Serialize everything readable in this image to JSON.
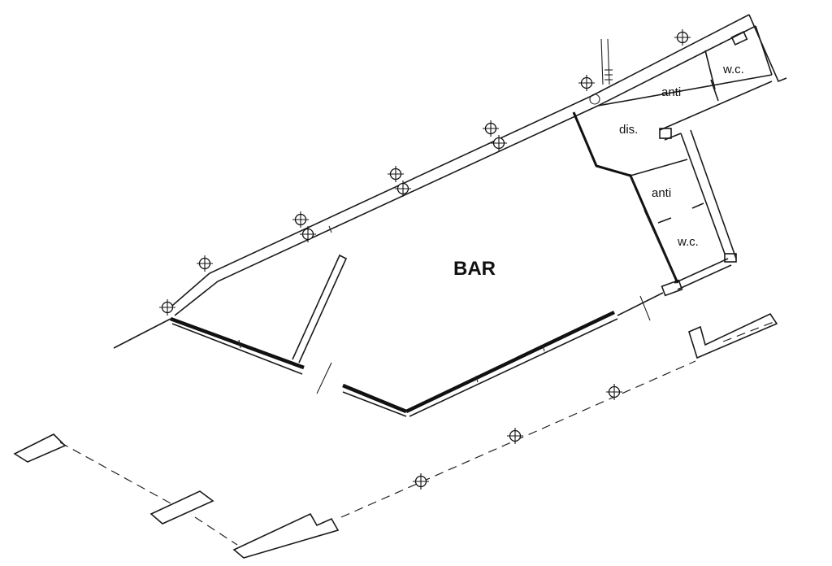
{
  "plan": {
    "rooms": {
      "bar": "BAR",
      "dis": "dis.",
      "anti_upper": "anti",
      "wc_upper": "w.c.",
      "anti_lower": "anti",
      "wc_lower": "w.c."
    },
    "colors": {
      "ink": "#111111",
      "paper": "#ffffff"
    }
  }
}
